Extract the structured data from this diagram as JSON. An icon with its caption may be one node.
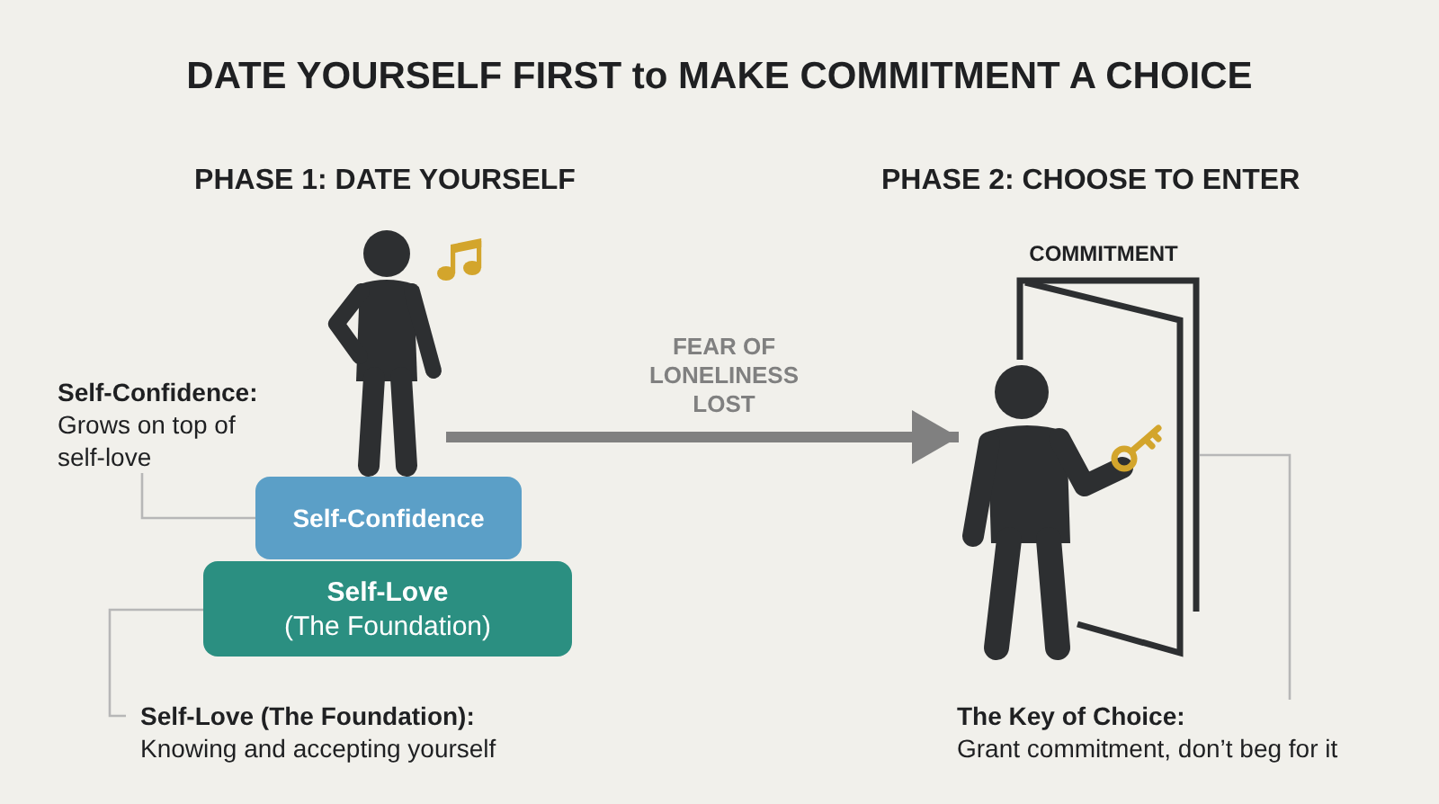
{
  "diagram": {
    "title": "DATE YOURSELF FIRST to MAKE COMMITMENT A CHOICE",
    "nodes": [
      {
        "text": [],
        "shape": "person"
      },
      {
        "text": [
          "Self-Confidence:",
          "Grows on top of self-love"
        ]
      },
      {
        "text": [
          "Self-Confidence"
        ]
      },
      {
        "text": [
          "Self-Love",
          "(The Foundation)"
        ]
      },
      {
        "text": [
          "Self-Love (The Foundation):",
          "Knowing and accepting yourself"
        ]
      },
      {
        "text": [
          "COMMITMENT"
        ]
      },
      {
        "text": [],
        "shape": "person"
      },
      {
        "text": [
          "The Key of Choice:",
          "Grant commitment, don’t beg for it"
        ]
      }
    ],
    "edges": [
      {
        "from": 0,
        "to": 6,
        "arrow": "to",
        "label": "FEAR OF LONELINESS LOST",
        "style": "thick",
        "color": "#808080"
      },
      {
        "from": 1,
        "to": 2,
        "arrow": "none"
      },
      {
        "from": 4,
        "to": 3,
        "arrow": "none"
      },
      {
        "from": 7,
        "to": 5,
        "arrow": "none"
      }
    ],
    "labels": [
      "PHASE 1: DATE YOURSELF",
      "PHASE 2: CHOOSE TO ENTER"
    ]
  }
}
